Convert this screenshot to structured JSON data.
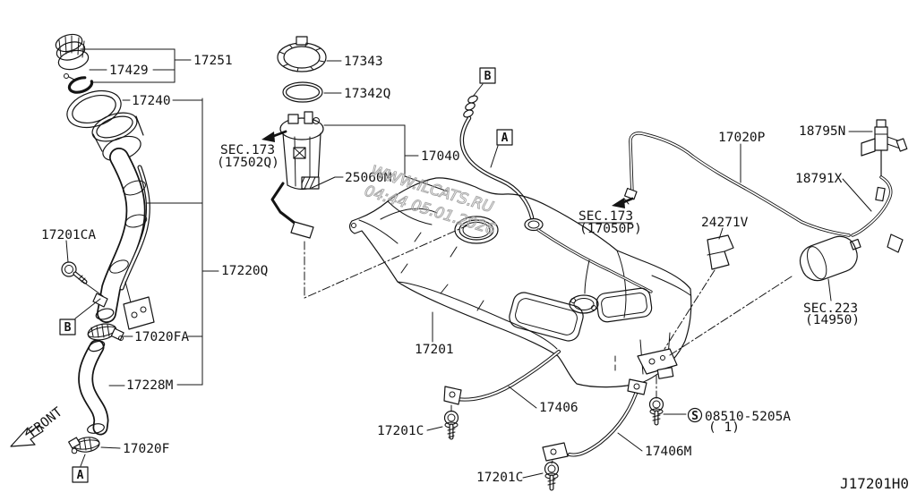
{
  "diagram": {
    "code": "J17201H0",
    "watermark": {
      "line1": "WWW.ILCATS.RU",
      "line2": "04:44 05.01.2026"
    },
    "markers": {
      "a": "A",
      "b": "B",
      "s": "S",
      "front": "FRONT"
    },
    "colors": {
      "line": "#141414",
      "watermark": "#a8a8a8",
      "background": "#ffffff"
    }
  },
  "labels": {
    "cap_seal": "17429",
    "filler_cap": "17251",
    "gasket": "17240",
    "lock_ring": "17343",
    "o_ring": "17342Q",
    "sec_pump_1": "SEC.173",
    "sec_pump_2": "(17502Q)",
    "fuel_gauge": "25060M",
    "filler_hose_top": "17040",
    "evap_tube": "17020P",
    "vent_valve": "18795N",
    "vent_hose": "18791X",
    "caution_plate": "24271V",
    "sec_tube_1": "SEC.173",
    "sec_tube_2": "(17050P)",
    "sec_canister_1": "SEC.223",
    "sec_canister_2": "(14950)",
    "bolt_filler": "17201CA",
    "filler_tube_assy": "17220Q",
    "clamp_upper": "17020FA",
    "hose_lower": "17228M",
    "clamp_lower": "17020F",
    "fuel_tank": "17201",
    "strap_left": "17406",
    "bolt_strap_left": "17201C",
    "strap_right": "17406M",
    "bolt_strap_right": "17201C",
    "screw_part": "08510-5205A",
    "screw_qty": "( 1)"
  }
}
